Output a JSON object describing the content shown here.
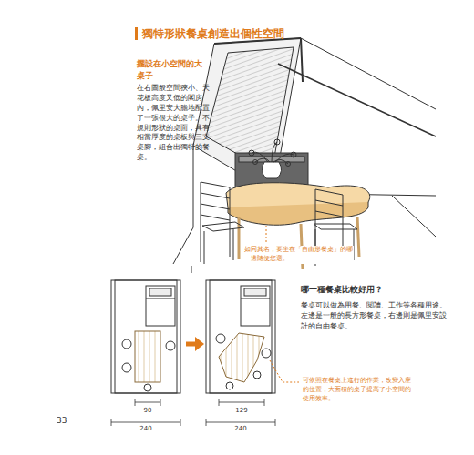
{
  "diagram": {
    "title": "獨特形狀餐桌創造出個性空間",
    "labels": [
      "擺設在小空間的大桌子",
      "在右圖般空間狹小、天花板高度又低的閣房內，佩里安大膽地配置了一張很大的桌子。不規則形狀的桌面，具有相當厚度的桌板與三支桌腳，組合出獨特的餐桌。",
      "如同其名，要坐在「自由形餐桌」的哪一邊隨便您選。",
      "哪一種餐桌比較好用？",
      "餐桌可以做為用餐、閱讀、工作等各種用途。左邊是一般的長方形餐桌，右邊則是佩里安設計的自由餐桌。",
      "可依照在餐桌上進行的作業，改變入座的位置，大面積的桌子提高了小空間的使用效率。",
      "90",
      "240",
      "129",
      "240",
      "33"
    ]
  }
}
